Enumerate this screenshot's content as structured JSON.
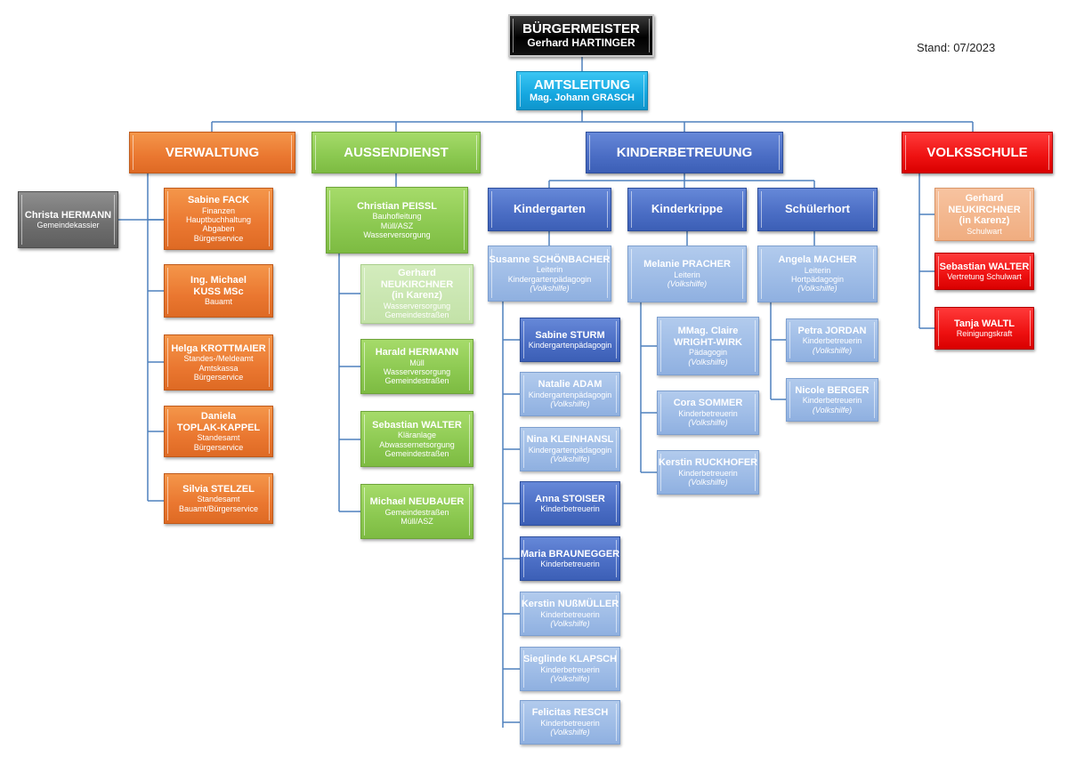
{
  "stand": "Stand: 07/2023",
  "mayor": {
    "title": "BÜRGERMEISTER",
    "name": "Gerhard HARTINGER"
  },
  "office": {
    "title": "AMTSLEITUNG",
    "name": "Mag. Johann GRASCH"
  },
  "departments": {
    "verwaltung": "VERWALTUNG",
    "aussendienst": "AUSSENDIENST",
    "kinderbetreuung": "KINDERBETREUUNG",
    "volksschule": "VOLKSSCHULE"
  },
  "sub_departments": {
    "kindergarten": "Kindergarten",
    "kinderkrippe": "Kinderkrippe",
    "schuelerhort": "Schülerhort"
  },
  "colors": {
    "line": "#4f81bd",
    "verwaltung": "#ea7730",
    "aussendienst": "#8bc850",
    "kinderbetreuung": "#4a6dc4",
    "volksschule": "#ee1111",
    "amtsleitung": "#15a7e0"
  },
  "cashier": {
    "name": "Christa HERMANN",
    "role": "Gemeindekassier"
  },
  "verwaltung_staff": [
    {
      "name": "Sabine FACK",
      "roles": [
        "Finanzen",
        "Hauptbuchhaltung",
        "Abgaben",
        "Bürgerservice"
      ]
    },
    {
      "name_lines": [
        "Ing. Michael",
        "KUSS MSc"
      ],
      "roles": [
        "Bauamt"
      ]
    },
    {
      "name": "Helga KROTTMAIER",
      "roles": [
        "Standes-/Meldeamt",
        "Amtskassa",
        "Bürgerservice"
      ]
    },
    {
      "name_lines": [
        "Daniela",
        "TOPLAK-KAPPEL"
      ],
      "roles": [
        "Standesamt",
        "Bürgerservice"
      ]
    },
    {
      "name": "Silvia STELZEL",
      "roles": [
        "Standesamt",
        "Bauamt/Bürgerservice"
      ]
    }
  ],
  "aussendienst_lead": {
    "name": "Christian PEISSL",
    "roles": [
      "Bauhofleitung",
      "Müll/ASZ",
      "Wasserversorgung"
    ]
  },
  "aussendienst_staff": [
    {
      "name_lines": [
        "Gerhard",
        "NEUKIRCHNER",
        "(in Karenz)"
      ],
      "roles": [
        "Wasserversorgung",
        "Gemeindestraßen"
      ]
    },
    {
      "name": "Harald HERMANN",
      "roles": [
        "Müll",
        "Wasserversorgung",
        "Gemeindestraßen"
      ]
    },
    {
      "name": "Sebastian WALTER",
      "roles": [
        "Kläranlage",
        "Abwassernetsorgung",
        "Gemeindestraßen"
      ]
    },
    {
      "name": "Michael NEUBAUER",
      "roles": [
        "Gemeindestraßen",
        "Müll/ASZ"
      ]
    }
  ],
  "kindergarten_lead": {
    "name": "Susanne SCHÖNBACHER",
    "roles": [
      "Leiterin",
      "Kindergartenpädagogin"
    ],
    "note": "(Volkshilfe)"
  },
  "kindergarten_staff": [
    {
      "name": "Sabine STURM",
      "roles": [
        "Kindergartenpädagogin"
      ],
      "note": ""
    },
    {
      "name": "Natalie ADAM",
      "roles": [
        "Kindergartenpädagogin"
      ],
      "note": "(Volkshilfe)"
    },
    {
      "name": "Nina KLEINHANSL",
      "roles": [
        "Kindergartenpädagogin"
      ],
      "note": "(Volkshilfe)"
    },
    {
      "name": "Anna STOISER",
      "roles": [
        "Kinderbetreuerin"
      ],
      "note": ""
    },
    {
      "name": "Maria BRAUNEGGER",
      "roles": [
        "Kinderbetreuerin"
      ],
      "note": ""
    },
    {
      "name": "Kerstin NUßMÜLLER",
      "roles": [
        "Kinderbetreuerin"
      ],
      "note": "(Volkshilfe)"
    },
    {
      "name": "Sieglinde KLAPSCH",
      "roles": [
        "Kinderbetreuerin"
      ],
      "note": "(Volkshilfe)"
    },
    {
      "name": "Felicitas RESCH",
      "roles": [
        "Kinderbetreuerin"
      ],
      "note": "(Volkshilfe)"
    }
  ],
  "krippe_lead": {
    "name": "Melanie PRACHER",
    "roles": [
      "Leiterin"
    ],
    "note": "(Volkshilfe)"
  },
  "krippe_staff": [
    {
      "name_lines": [
        "MMag. Claire",
        "WRIGHT-WIRK"
      ],
      "roles": [
        "Pädagogin"
      ],
      "note": "(Volkshilfe)"
    },
    {
      "name": "Cora SOMMER",
      "roles": [
        "Kinderbetreuerin"
      ],
      "note": "(Volkshilfe)"
    },
    {
      "name": "Kerstin RUCKHOFER",
      "roles": [
        "Kinderbetreuerin"
      ],
      "note": "(Volkshilfe)"
    }
  ],
  "hort_lead": {
    "name": "Angela MACHER",
    "roles": [
      "Leiterin",
      "Hortpädagogin"
    ],
    "note": "(Volkshilfe)"
  },
  "hort_staff": [
    {
      "name": "Petra JORDAN",
      "roles": [
        "Kinderbetreuerin"
      ],
      "note": "(Volkshilfe)"
    },
    {
      "name": "Nicole BERGER",
      "roles": [
        "Kinderbetreuerin"
      ],
      "note": "(Volkshilfe)"
    }
  ],
  "volksschule_staff": [
    {
      "name_lines": [
        "Gerhard",
        "NEUKIRCHNER",
        "(in Karenz)"
      ],
      "roles": [
        "Schulwart"
      ]
    },
    {
      "name": "Sebastian WALTER",
      "roles": [
        "Vertretung Schulwart"
      ]
    },
    {
      "name": "Tanja WALTL",
      "roles": [
        "Reinigungskraft"
      ]
    }
  ]
}
